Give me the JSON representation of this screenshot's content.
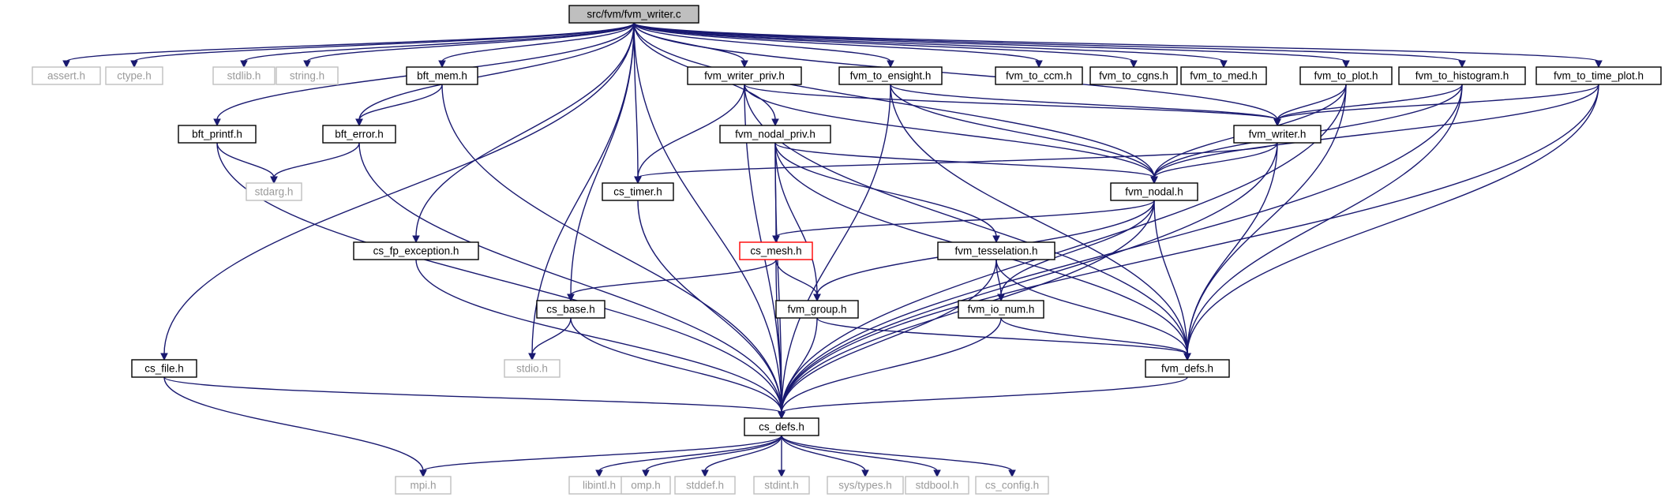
{
  "graph": {
    "nodes": [
      {
        "id": "root",
        "label": "src/fvm/fvm_writer.c",
        "kind": "root"
      },
      {
        "id": "assert",
        "label": "assert.h",
        "kind": "external"
      },
      {
        "id": "ctype",
        "label": "ctype.h",
        "kind": "external"
      },
      {
        "id": "stdlib",
        "label": "stdlib.h",
        "kind": "external"
      },
      {
        "id": "string",
        "label": "string.h",
        "kind": "external"
      },
      {
        "id": "bft_mem",
        "label": "bft_mem.h",
        "kind": "local"
      },
      {
        "id": "fvm_writer_priv",
        "label": "fvm_writer_priv.h",
        "kind": "local"
      },
      {
        "id": "fvm_to_ensight",
        "label": "fvm_to_ensight.h",
        "kind": "local"
      },
      {
        "id": "fvm_to_ccm",
        "label": "fvm_to_ccm.h",
        "kind": "local"
      },
      {
        "id": "fvm_to_cgns",
        "label": "fvm_to_cgns.h",
        "kind": "local"
      },
      {
        "id": "fvm_to_med",
        "label": "fvm_to_med.h",
        "kind": "local"
      },
      {
        "id": "fvm_to_plot",
        "label": "fvm_to_plot.h",
        "kind": "local"
      },
      {
        "id": "fvm_to_histogram",
        "label": "fvm_to_histogram.h",
        "kind": "local"
      },
      {
        "id": "fvm_to_time_plot",
        "label": "fvm_to_time_plot.h",
        "kind": "local"
      },
      {
        "id": "bft_printf",
        "label": "bft_printf.h",
        "kind": "local"
      },
      {
        "id": "bft_error",
        "label": "bft_error.h",
        "kind": "local"
      },
      {
        "id": "fvm_nodal_priv",
        "label": "fvm_nodal_priv.h",
        "kind": "local"
      },
      {
        "id": "fvm_writer",
        "label": "fvm_writer.h",
        "kind": "local"
      },
      {
        "id": "stdarg",
        "label": "stdarg.h",
        "kind": "external"
      },
      {
        "id": "cs_timer",
        "label": "cs_timer.h",
        "kind": "local"
      },
      {
        "id": "fvm_nodal",
        "label": "fvm_nodal.h",
        "kind": "local"
      },
      {
        "id": "cs_fp_exception",
        "label": "cs_fp_exception.h",
        "kind": "local"
      },
      {
        "id": "cs_mesh",
        "label": "cs_mesh.h",
        "kind": "incomplete"
      },
      {
        "id": "fvm_tesselation",
        "label": "fvm_tesselation.h",
        "kind": "local"
      },
      {
        "id": "cs_base",
        "label": "cs_base.h",
        "kind": "local"
      },
      {
        "id": "fvm_group",
        "label": "fvm_group.h",
        "kind": "local"
      },
      {
        "id": "fvm_io_num",
        "label": "fvm_io_num.h",
        "kind": "local"
      },
      {
        "id": "cs_file",
        "label": "cs_file.h",
        "kind": "local"
      },
      {
        "id": "stdio",
        "label": "stdio.h",
        "kind": "external"
      },
      {
        "id": "fvm_defs",
        "label": "fvm_defs.h",
        "kind": "local"
      },
      {
        "id": "cs_defs",
        "label": "cs_defs.h",
        "kind": "local"
      },
      {
        "id": "mpi",
        "label": "mpi.h",
        "kind": "external"
      },
      {
        "id": "libintl",
        "label": "libintl.h",
        "kind": "external"
      },
      {
        "id": "omp",
        "label": "omp.h",
        "kind": "external"
      },
      {
        "id": "stddef",
        "label": "stddef.h",
        "kind": "external"
      },
      {
        "id": "stdint",
        "label": "stdint.h",
        "kind": "external"
      },
      {
        "id": "sys_types",
        "label": "sys/types.h",
        "kind": "external"
      },
      {
        "id": "stdbool",
        "label": "stdbool.h",
        "kind": "external"
      },
      {
        "id": "cs_config",
        "label": "cs_config.h",
        "kind": "external"
      }
    ],
    "edges": [
      [
        "root",
        "assert"
      ],
      [
        "root",
        "ctype"
      ],
      [
        "root",
        "stdlib"
      ],
      [
        "root",
        "string"
      ],
      [
        "root",
        "bft_mem"
      ],
      [
        "root",
        "bft_printf"
      ],
      [
        "root",
        "bft_error"
      ],
      [
        "root",
        "cs_file"
      ],
      [
        "root",
        "cs_fp_exception"
      ],
      [
        "root",
        "stdio"
      ],
      [
        "root",
        "cs_base"
      ],
      [
        "root",
        "cs_timer"
      ],
      [
        "root",
        "fvm_writer_priv"
      ],
      [
        "root",
        "fvm_nodal_priv"
      ],
      [
        "root",
        "fvm_nodal"
      ],
      [
        "root",
        "fvm_to_ensight"
      ],
      [
        "root",
        "fvm_to_ccm"
      ],
      [
        "root",
        "fvm_to_cgns"
      ],
      [
        "root",
        "fvm_to_med"
      ],
      [
        "root",
        "fvm_to_plot"
      ],
      [
        "root",
        "fvm_to_histogram"
      ],
      [
        "root",
        "fvm_to_time_plot"
      ],
      [
        "root",
        "fvm_writer"
      ],
      [
        "root",
        "cs_defs"
      ],
      [
        "bft_mem",
        "bft_error"
      ],
      [
        "bft_mem",
        "cs_defs"
      ],
      [
        "bft_printf",
        "stdarg"
      ],
      [
        "bft_printf",
        "cs_defs"
      ],
      [
        "bft_error",
        "stdarg"
      ],
      [
        "bft_error",
        "cs_defs"
      ],
      [
        "cs_file",
        "cs_defs"
      ],
      [
        "cs_file",
        "mpi"
      ],
      [
        "cs_fp_exception",
        "cs_defs"
      ],
      [
        "fvm_writer_priv",
        "cs_timer"
      ],
      [
        "fvm_writer_priv",
        "fvm_writer"
      ],
      [
        "fvm_writer_priv",
        "fvm_nodal"
      ],
      [
        "fvm_writer_priv",
        "fvm_defs"
      ],
      [
        "fvm_writer_priv",
        "cs_defs"
      ],
      [
        "fvm_to_ensight",
        "fvm_writer"
      ],
      [
        "fvm_to_ensight",
        "fvm_nodal"
      ],
      [
        "fvm_to_ensight",
        "fvm_defs"
      ],
      [
        "fvm_to_ensight",
        "cs_defs"
      ],
      [
        "fvm_to_plot",
        "fvm_writer"
      ],
      [
        "fvm_to_plot",
        "fvm_nodal"
      ],
      [
        "fvm_to_plot",
        "fvm_defs"
      ],
      [
        "fvm_to_plot",
        "cs_defs"
      ],
      [
        "fvm_to_histogram",
        "fvm_writer"
      ],
      [
        "fvm_to_histogram",
        "fvm_nodal"
      ],
      [
        "fvm_to_histogram",
        "fvm_defs"
      ],
      [
        "fvm_to_histogram",
        "cs_defs"
      ],
      [
        "fvm_to_time_plot",
        "fvm_writer"
      ],
      [
        "fvm_to_time_plot",
        "fvm_nodal"
      ],
      [
        "fvm_to_time_plot",
        "fvm_defs"
      ],
      [
        "fvm_to_time_plot",
        "cs_defs"
      ],
      [
        "fvm_writer",
        "cs_timer"
      ],
      [
        "fvm_writer",
        "fvm_nodal"
      ],
      [
        "fvm_writer",
        "fvm_defs"
      ],
      [
        "fvm_writer",
        "cs_defs"
      ],
      [
        "fvm_nodal_priv",
        "fvm_nodal"
      ],
      [
        "fvm_nodal_priv",
        "cs_mesh"
      ],
      [
        "fvm_nodal_priv",
        "fvm_group"
      ],
      [
        "fvm_nodal_priv",
        "fvm_tesselation"
      ],
      [
        "fvm_nodal_priv",
        "fvm_defs"
      ],
      [
        "fvm_nodal_priv",
        "cs_defs"
      ],
      [
        "fvm_nodal",
        "cs_mesh"
      ],
      [
        "fvm_nodal",
        "fvm_group"
      ],
      [
        "fvm_nodal",
        "fvm_io_num"
      ],
      [
        "fvm_nodal",
        "fvm_defs"
      ],
      [
        "fvm_nodal",
        "cs_defs"
      ],
      [
        "cs_timer",
        "cs_defs"
      ],
      [
        "cs_mesh",
        "cs_base"
      ],
      [
        "cs_mesh",
        "fvm_group"
      ],
      [
        "cs_mesh",
        "cs_defs"
      ],
      [
        "fvm_tesselation",
        "fvm_io_num"
      ],
      [
        "fvm_tesselation",
        "fvm_defs"
      ],
      [
        "fvm_tesselation",
        "cs_defs"
      ],
      [
        "cs_base",
        "stdio"
      ],
      [
        "cs_base",
        "cs_defs"
      ],
      [
        "fvm_group",
        "fvm_defs"
      ],
      [
        "fvm_group",
        "cs_defs"
      ],
      [
        "fvm_io_num",
        "fvm_defs"
      ],
      [
        "fvm_io_num",
        "cs_defs"
      ],
      [
        "fvm_defs",
        "cs_defs"
      ],
      [
        "cs_defs",
        "mpi"
      ],
      [
        "cs_defs",
        "libintl"
      ],
      [
        "cs_defs",
        "omp"
      ],
      [
        "cs_defs",
        "stddef"
      ],
      [
        "cs_defs",
        "stdint"
      ],
      [
        "cs_defs",
        "sys_types"
      ],
      [
        "cs_defs",
        "stdbool"
      ],
      [
        "cs_defs",
        "cs_config"
      ]
    ]
  }
}
